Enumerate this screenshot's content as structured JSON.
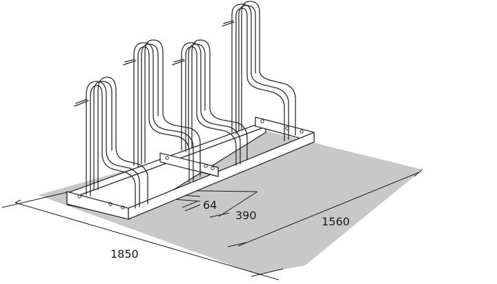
{
  "colors": {
    "floor": "#c8c8c8",
    "line": "#2a2a2a",
    "background": "#ffffff"
  },
  "dimensions": {
    "length": "1850",
    "depth": "1560",
    "spacing": "390",
    "gap": "64"
  }
}
